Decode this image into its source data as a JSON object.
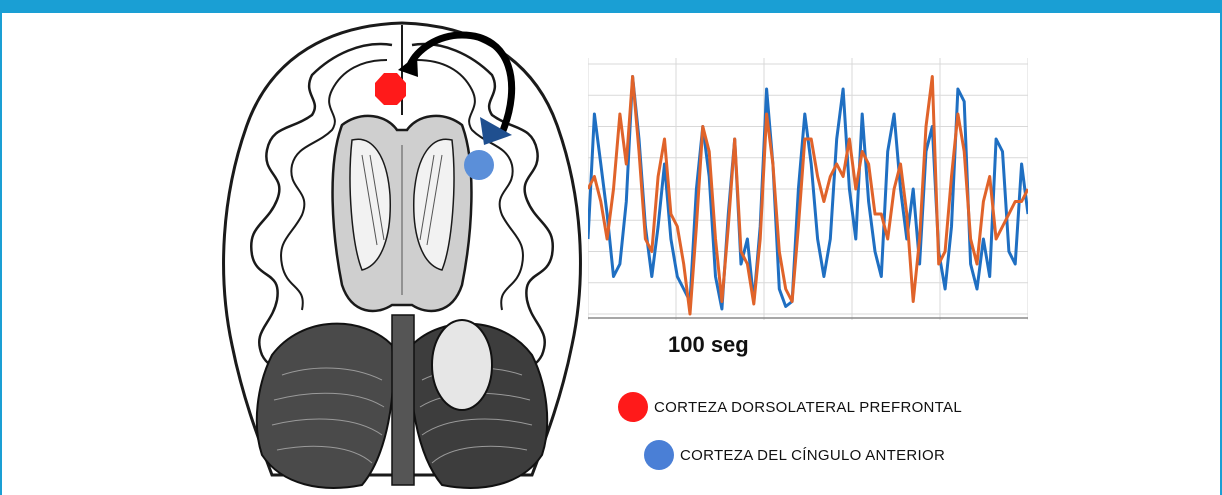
{
  "figure": {
    "scale_label": "100 seg",
    "legend": [
      {
        "label": "CORTEZA DORSOLATERAL  PREFRONTAL",
        "color": "#ff1a1a"
      },
      {
        "label": "CORTEZA DEL CÍNGULO ANTERIOR",
        "color": "#4a7fd6"
      }
    ],
    "markers": {
      "dlpfc_color": "#ff1a1a",
      "acc_color": "#5b8fd9",
      "arrow_color": "#000000"
    }
  },
  "chart_data": {
    "type": "line",
    "grid": true,
    "series": [
      {
        "color": "#1f6fc2",
        "values": [
          0.3,
          0.8,
          0.6,
          0.4,
          0.15,
          0.2,
          0.45,
          0.95,
          0.7,
          0.35,
          0.15,
          0.35,
          0.6,
          0.3,
          0.15,
          0.1,
          0.05,
          0.5,
          0.75,
          0.55,
          0.15,
          0.02,
          0.4,
          0.7,
          0.2,
          0.3,
          0.05,
          0.35,
          0.9,
          0.6,
          0.1,
          0.03,
          0.05,
          0.5,
          0.8,
          0.6,
          0.3,
          0.15,
          0.3,
          0.7,
          0.9,
          0.5,
          0.3,
          0.8,
          0.45,
          0.25,
          0.15,
          0.65,
          0.8,
          0.5,
          0.3,
          0.5,
          0.2,
          0.65,
          0.75,
          0.25,
          0.1,
          0.35,
          0.9,
          0.85,
          0.2,
          0.1,
          0.3,
          0.15,
          0.7,
          0.65,
          0.25,
          0.2,
          0.6,
          0.4
        ]
      },
      {
        "color": "#e0632a",
        "values": [
          0.5,
          0.55,
          0.45,
          0.3,
          0.5,
          0.8,
          0.6,
          0.95,
          0.65,
          0.3,
          0.25,
          0.55,
          0.7,
          0.4,
          0.35,
          0.2,
          0.0,
          0.35,
          0.75,
          0.65,
          0.3,
          0.05,
          0.35,
          0.7,
          0.25,
          0.2,
          0.04,
          0.3,
          0.8,
          0.6,
          0.25,
          0.1,
          0.05,
          0.35,
          0.7,
          0.7,
          0.55,
          0.45,
          0.55,
          0.6,
          0.55,
          0.7,
          0.5,
          0.65,
          0.6,
          0.4,
          0.4,
          0.3,
          0.5,
          0.6,
          0.4,
          0.05,
          0.3,
          0.75,
          0.95,
          0.2,
          0.25,
          0.55,
          0.8,
          0.65,
          0.3,
          0.2,
          0.45,
          0.55,
          0.3,
          0.35,
          0.4,
          0.45,
          0.45,
          0.5
        ]
      }
    ]
  }
}
